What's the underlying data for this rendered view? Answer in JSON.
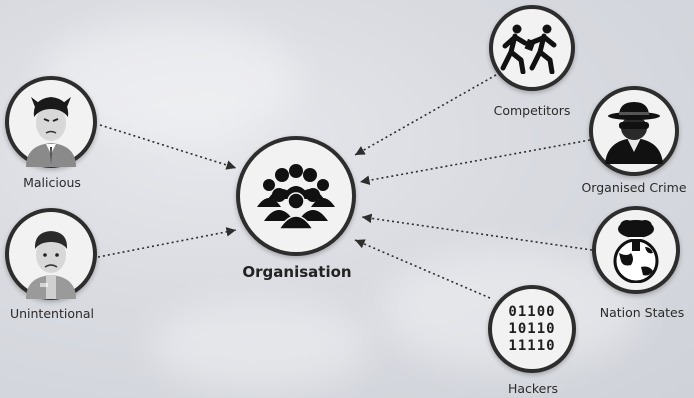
{
  "center": {
    "label": "Organisation",
    "icon": "group-of-people-icon"
  },
  "nodes": {
    "malicious": {
      "label": "Malicious",
      "icon": "devil-man-icon"
    },
    "unintentional": {
      "label": "Unintentional",
      "icon": "sad-man-icon"
    },
    "competitors": {
      "label": "Competitors",
      "icon": "running-men-icon"
    },
    "organised_crime": {
      "label": "Organised Crime",
      "icon": "spy-icon"
    },
    "nation_states": {
      "label": "Nation States",
      "icon": "globe-explosion-icon"
    },
    "hackers": {
      "label": "Hackers",
      "icon": "binary-code-icon",
      "binary_lines": [
        "01100",
        "10110",
        "11110"
      ]
    }
  }
}
